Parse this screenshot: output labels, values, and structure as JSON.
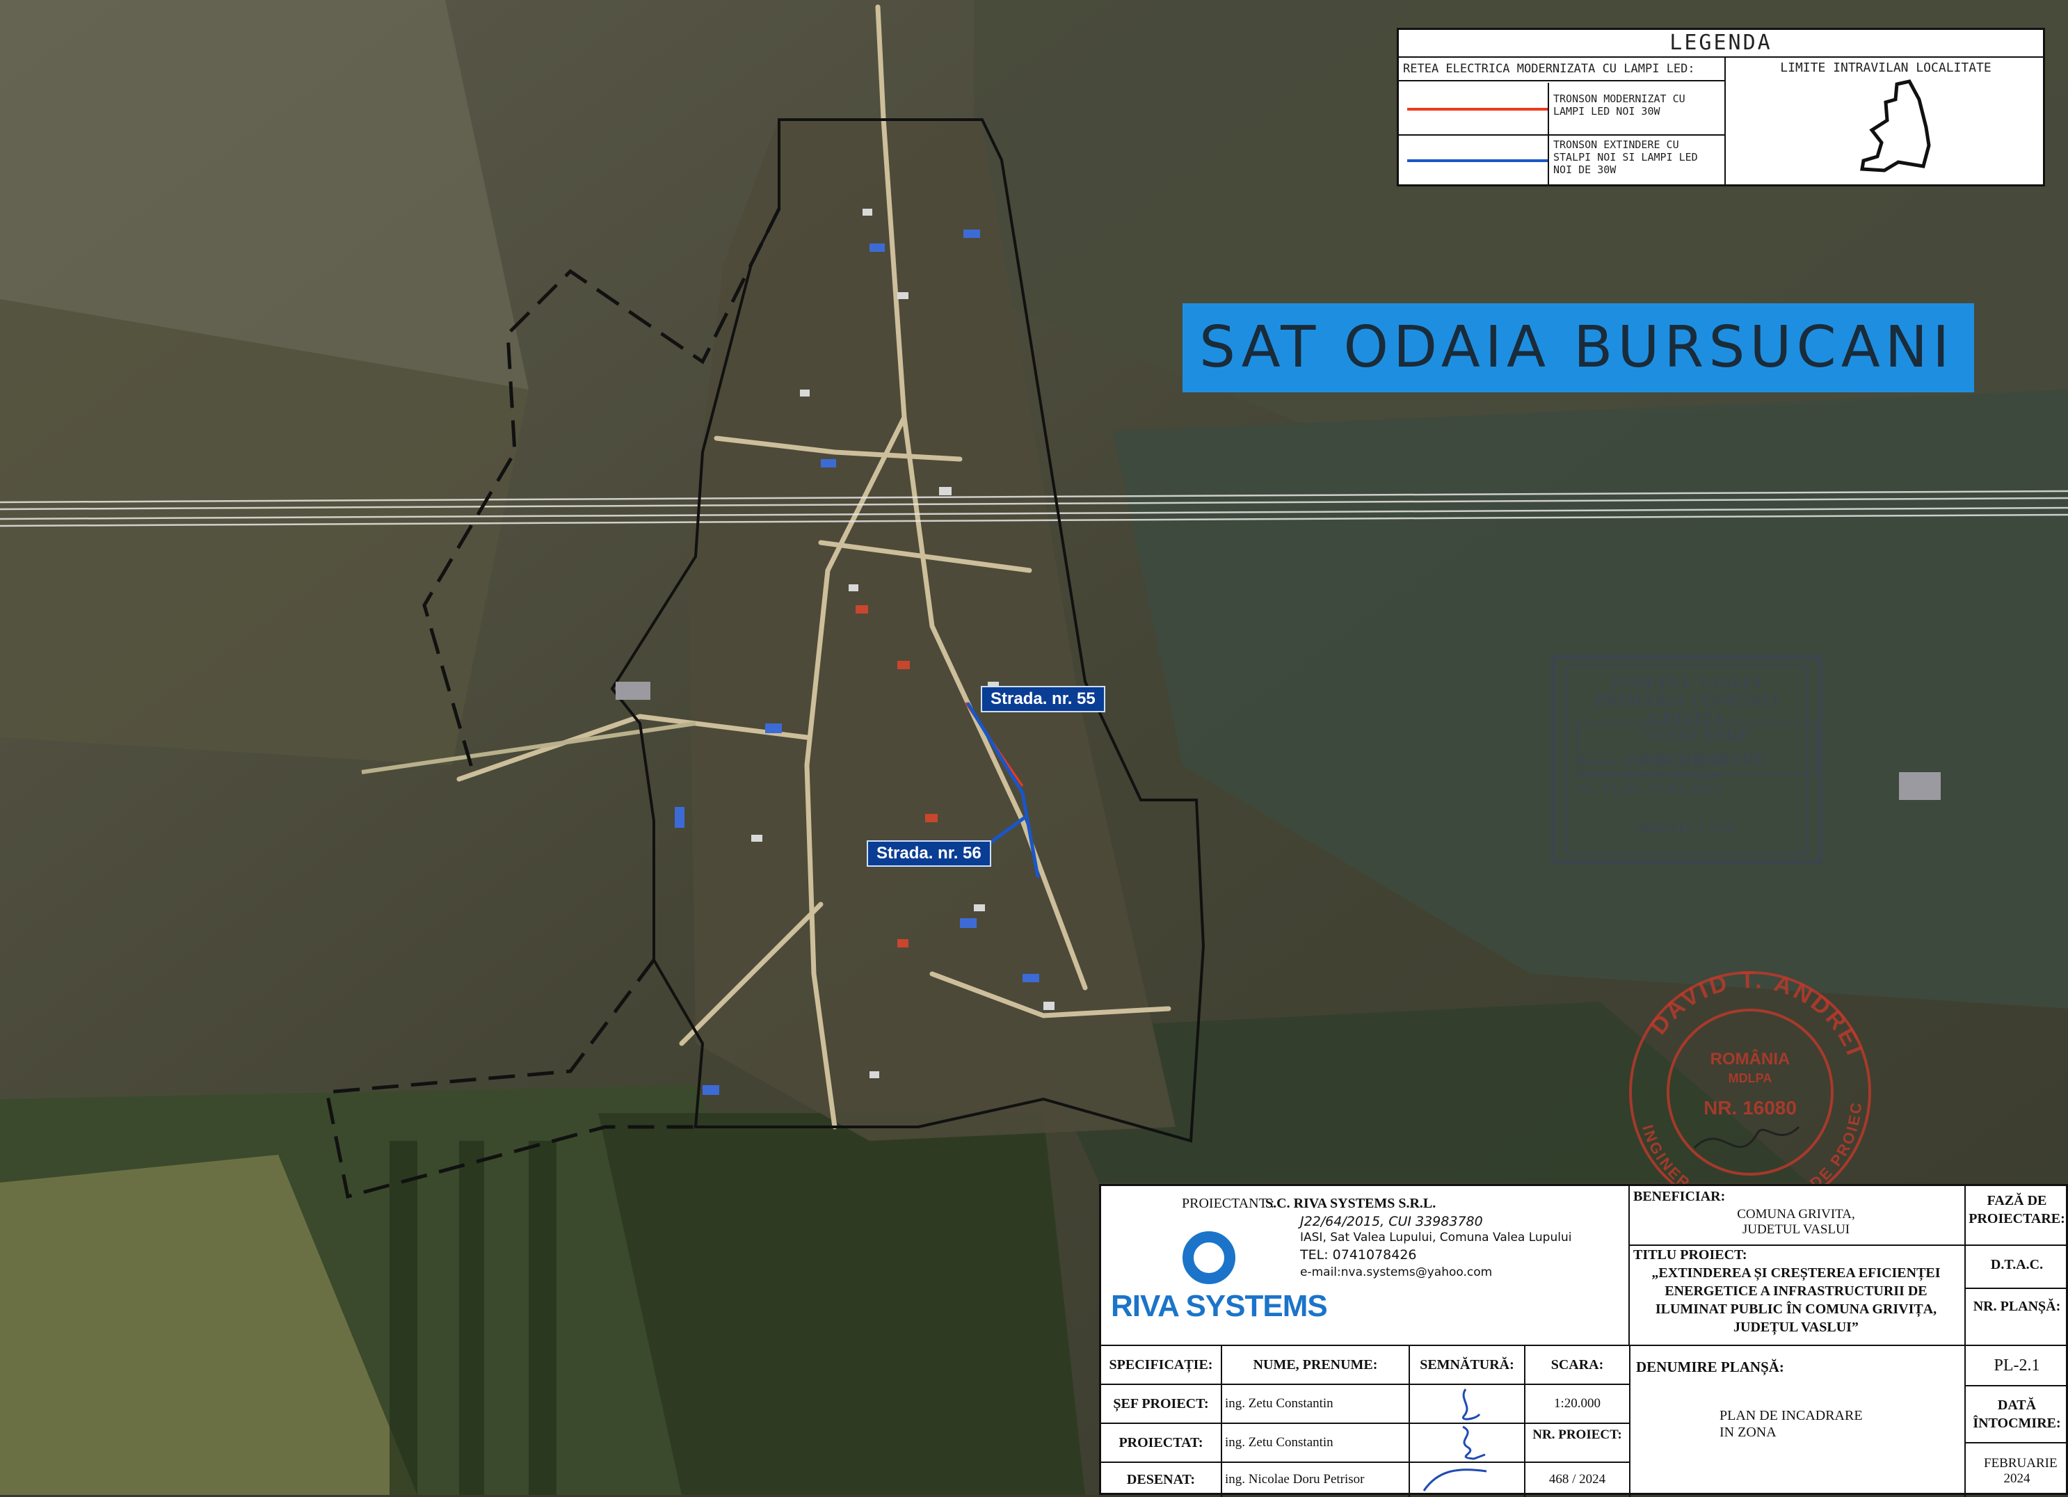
{
  "legend": {
    "title": "LEGENDA",
    "network_header": "RETEA ELECTRICA MODERNIZATA CU LAMPI LED:",
    "items": [
      {
        "label": "TRONSON MODERNIZAT CU LAMPI LED NOI 30W",
        "color": "#ee3a1c"
      },
      {
        "label": "TRONSON EXTINDERE CU STALPI NOI SI LAMPI LED NOI DE 30W",
        "color": "#1a56c8"
      }
    ],
    "boundary_header": "LIMITE INTRAVILAN LOCALITATE"
  },
  "banner": {
    "title": "SAT ODAIA BURSUCANI",
    "color": "#1e8fe0"
  },
  "streets": [
    {
      "label": "Strada. nr. 55"
    },
    {
      "label": "Strada. nr. 56"
    }
  ],
  "approval_stamp": {
    "line1": "JUDEȚUL VASLUI",
    "line2": "PRIMĂRIA COMUNEI GRIVIȚA",
    "line3": "VIZAT SPRE NESCHIMBARE",
    "line4": "Anexa la autorizația de construire/desființare",
    "line5": "Nr. 13 din 15.05.2024",
    "line6": "ARHITECT ȘEF"
  },
  "round_stamp": {
    "name": "DAVID T. ANDREI",
    "country": "ROMÂNIA",
    "org": "MDLPA",
    "number": "NR. 16080",
    "role": "INGINER VERIFICATOR DE PROIECTE"
  },
  "title_block": {
    "designer_label": "PROIECTANT :",
    "company": "S.C. RIVA SYSTEMS S.R.L.",
    "reg": "J22/64/2015, CUI 33983780",
    "address": "IASI, Sat Valea Lupului, Comuna Valea Lupului",
    "phone": "TEL: 0741078426",
    "email": "e-mail:nva.systems@yahoo.com",
    "logo_text": "RIVA SYSTEMS",
    "beneficiary_label": "BENEFICIAR:",
    "beneficiary": "COMUNA GRIVITA, JUDETUL VASLUI",
    "project_title_label": "TITLU PROIECT:",
    "project_title": "„EXTINDEREA ȘI CREȘTEREA EFICIENȚEI ENERGETICE A INFRASTRUCTURII DE ILUMINAT PUBLIC ÎN COMUNA GRIVIȚA, JUDEȚUL VASLUI”",
    "phase_label": "FAZĂ DE PROIECTARE:",
    "phase": "D.T.A.C.",
    "sheet_no_label": "NR. PLANȘĂ:",
    "sheet_no": "PL-2.1",
    "headers": {
      "spec": "SPECIFICAȚIE:",
      "name": "NUME, PRENUME:",
      "signature": "SEMNĂTURĂ:",
      "scale": "SCARA:"
    },
    "rows": [
      {
        "role": "ȘEF PROIECT:",
        "name": "ing. Zetu Constantin"
      },
      {
        "role": "PROIECTAT:",
        "name": "ing. Zetu Constantin"
      },
      {
        "role": "DESENAT:",
        "name": "ing. Nicolae Doru Petrisor"
      }
    ],
    "scale": "1:20.000",
    "project_no_label": "NR. PROIECT:",
    "project_no": "468 / 2024",
    "sheet_name_label": "DENUMIRE PLANȘĂ:",
    "sheet_name": "PLAN DE INCADRARE IN ZONA",
    "date_label": "DATĂ ÎNTOCMIRE:",
    "date": "FEBRUARIE 2024"
  }
}
